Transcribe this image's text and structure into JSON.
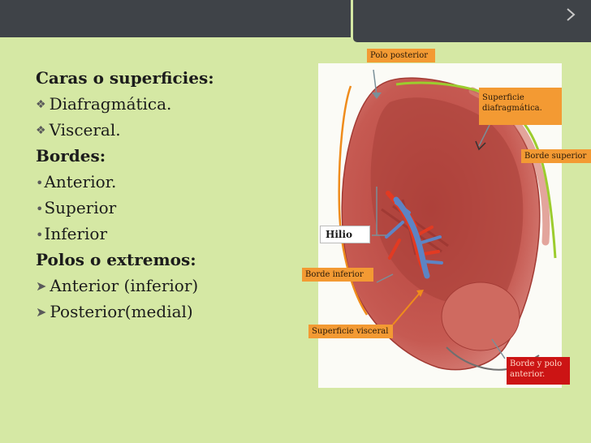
{
  "slide": {
    "background_color": "#d5e8a4",
    "bar_color": "#3f4348",
    "corner_icon": "chevron-right-icon"
  },
  "text": {
    "faces_heading": "Caras o superficies:",
    "faces": [
      "Diafragmática.",
      "Visceral."
    ],
    "borders_heading": "Bordes:",
    "borders": [
      "Anterior.",
      "Superior",
      "Inferior"
    ],
    "poles_heading": "Polos o extremos:",
    "poles": [
      "Anterior (inferior)",
      "Posterior(medial)"
    ]
  },
  "figure": {
    "spleen_icon": "spleen-illustration",
    "labels": {
      "polo_posterior": "Polo posterior",
      "superficie_diafragmatica": "Superficie diafragmática.",
      "borde_superior": "Borde superior",
      "hilio": "Hilio",
      "borde_inferior": "Borde inferior",
      "superficie_visceral": "Superficie visceral",
      "borde_polo_anterior": "Borde y polo anterior."
    },
    "colors": {
      "orange_label": "#f39a33",
      "red_label": "#cc1414",
      "green_outline": "#9ccc2e",
      "orange_outline": "#ef8c1c",
      "spleen": "#c2564f"
    }
  }
}
